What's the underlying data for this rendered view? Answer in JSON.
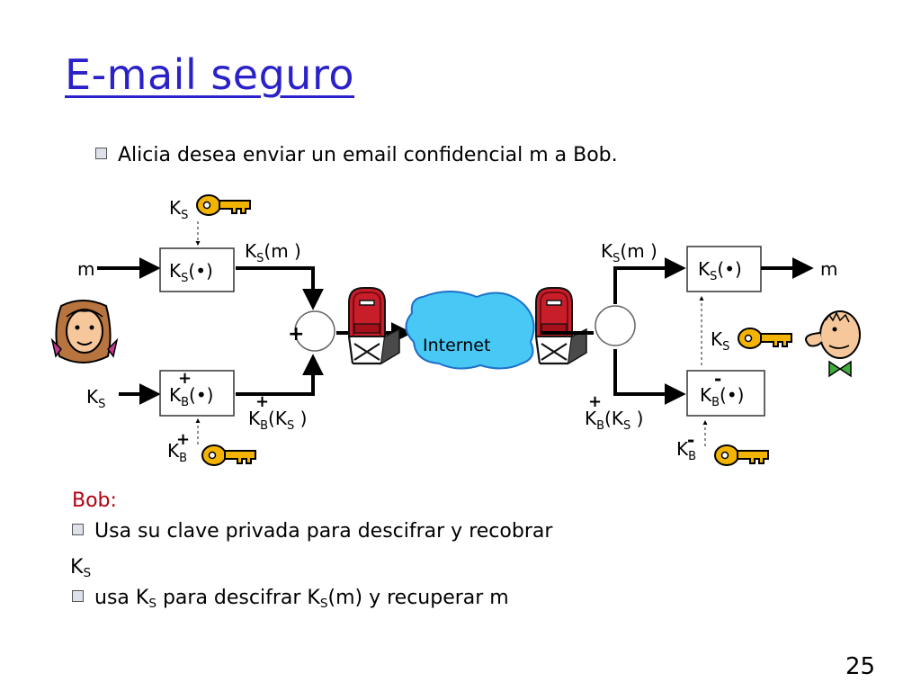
{
  "slide": {
    "title": "E-mail seguro",
    "intro": "Alicia desea enviar un email confidencial m a Bob.",
    "bob_heading": "Bob:",
    "bob_items": [
      {
        "text_a": "Usa su clave privada para descifrar y recobrar",
        "text_b": "K",
        "sub_b": "S"
      },
      {
        "text_a": "usa K",
        "sub_a": "S",
        "text_b": " para descifrar K",
        "sub_b": "S",
        "text_c": "(m) y recuperar m"
      }
    ],
    "page_number": "25"
  },
  "diagram": {
    "k": "K",
    "sub_s": "S",
    "sub_b": "B",
    "plus": "+",
    "minus": "-",
    "m": "m",
    "dot_arg": "(•)",
    "m_arg": "(m )",
    "open_paren": "(",
    "close_paren": " )",
    "internet": "Internet"
  }
}
